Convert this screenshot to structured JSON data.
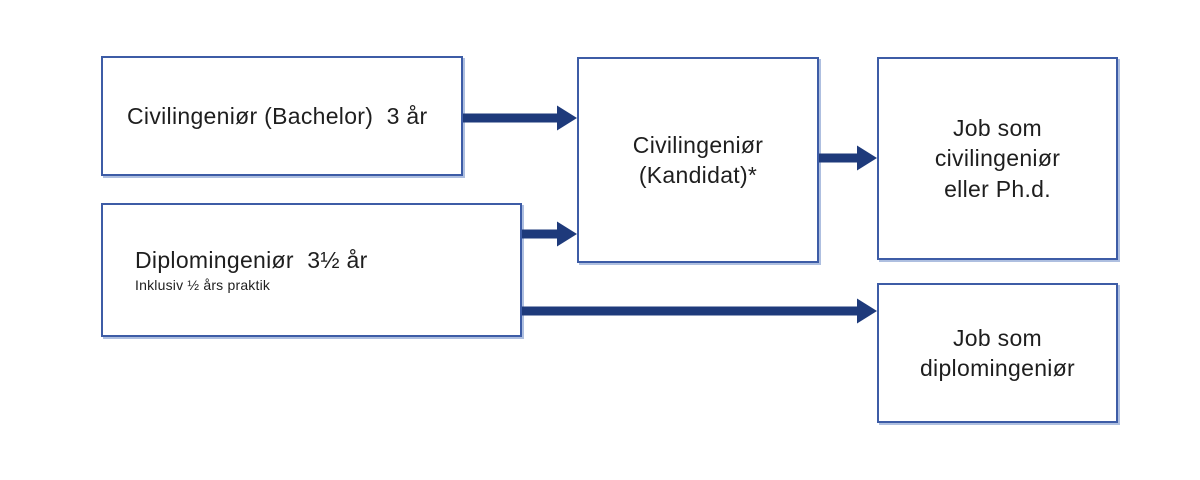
{
  "diagram": {
    "colors": {
      "background": "#ffffff",
      "box_border": "#3d5ca6",
      "box_shadow": "#aebfe0",
      "arrow": "#1e3a7b",
      "text": "#1e1e1e"
    },
    "boxes": {
      "bachelor": {
        "title": "Civilingeniør (Bachelor)  3 år"
      },
      "diplom": {
        "title": "Diplomingeniør  3½ år",
        "subtitle": "Inklusiv ½ års praktik"
      },
      "kandidat": {
        "title": "Civilingeniør\n(Kandidat)*"
      },
      "job_civil": {
        "title": "Job som\ncivilingeniør\neller Ph.d."
      },
      "job_diplom": {
        "title": "Job som\ndiplomingeniør"
      }
    },
    "connections": [
      {
        "from": "Civilingeniør (Bachelor)",
        "to": "Civilingeniør (Kandidat)*"
      },
      {
        "from": "Diplomingeniør",
        "to": "Civilingeniør (Kandidat)*"
      },
      {
        "from": "Civilingeniør (Kandidat)*",
        "to": "Job som civilingeniør eller Ph.d."
      },
      {
        "from": "Diplomingeniør",
        "to": "Job som diplomingeniør"
      }
    ]
  }
}
